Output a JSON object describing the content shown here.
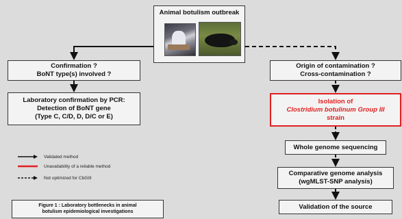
{
  "outbreak": {
    "title": "Animal botulism outbreak"
  },
  "left": {
    "confirmation": [
      "Confirmation ?",
      "BoNT type(s) involved ?"
    ],
    "lab_confirmation": [
      "Laboratory confirmation by PCR:",
      "Detection of BoNT gene",
      "(Type C, C/D, D, D/C or E)"
    ]
  },
  "right": {
    "origin": [
      "Origin of contamination ?",
      "Cross-contamination ?"
    ],
    "isolation": [
      "Isolation of",
      "Clostridium botulinum Group III",
      "strain"
    ],
    "wgs": "Whole genome sequencing",
    "comparative": [
      "Comparative genome analysis",
      "(wgMLST-SNP analysis)"
    ],
    "validation": "Validation of the source"
  },
  "legend": {
    "validated": "Validated method",
    "unavailable": "Unavailability of a reliable method",
    "not_optimized": "Not optimized for CbGIII"
  },
  "caption": [
    "Figure 1 : Laboratory bottlenecks in animal",
    "botulism epidemiological investigations"
  ],
  "colors": {
    "red": "#e02020",
    "line": "#111111",
    "background": "#dcdcdc",
    "box": "#f3f3f3"
  }
}
